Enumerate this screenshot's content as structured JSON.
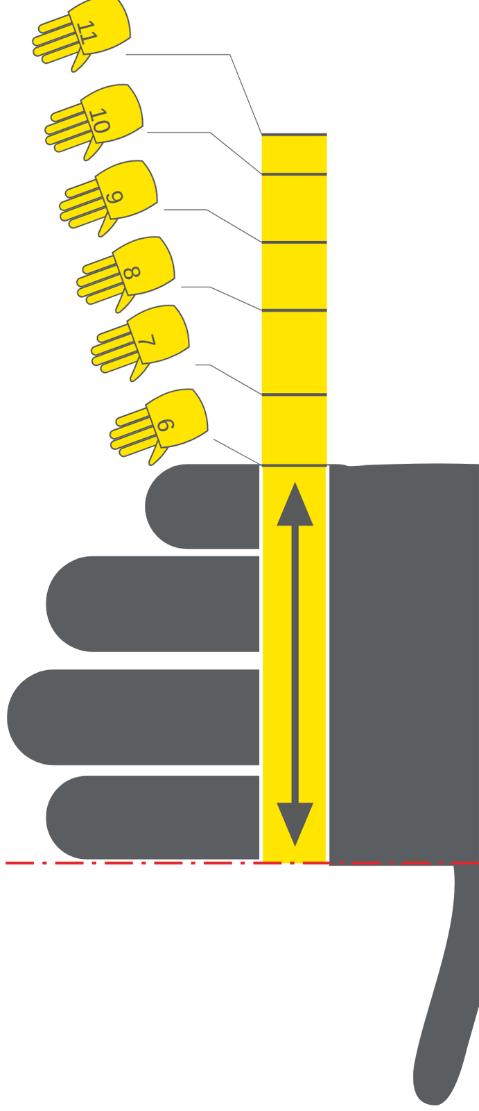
{
  "diagram": {
    "nodes": [
      {
        "text": [
          "11"
        ]
      },
      {
        "text": [
          "10"
        ]
      },
      {
        "text": [
          "9"
        ]
      },
      {
        "text": [
          "8"
        ]
      },
      {
        "text": [
          "7"
        ]
      },
      {
        "text": [
          "6"
        ]
      }
    ]
  }
}
